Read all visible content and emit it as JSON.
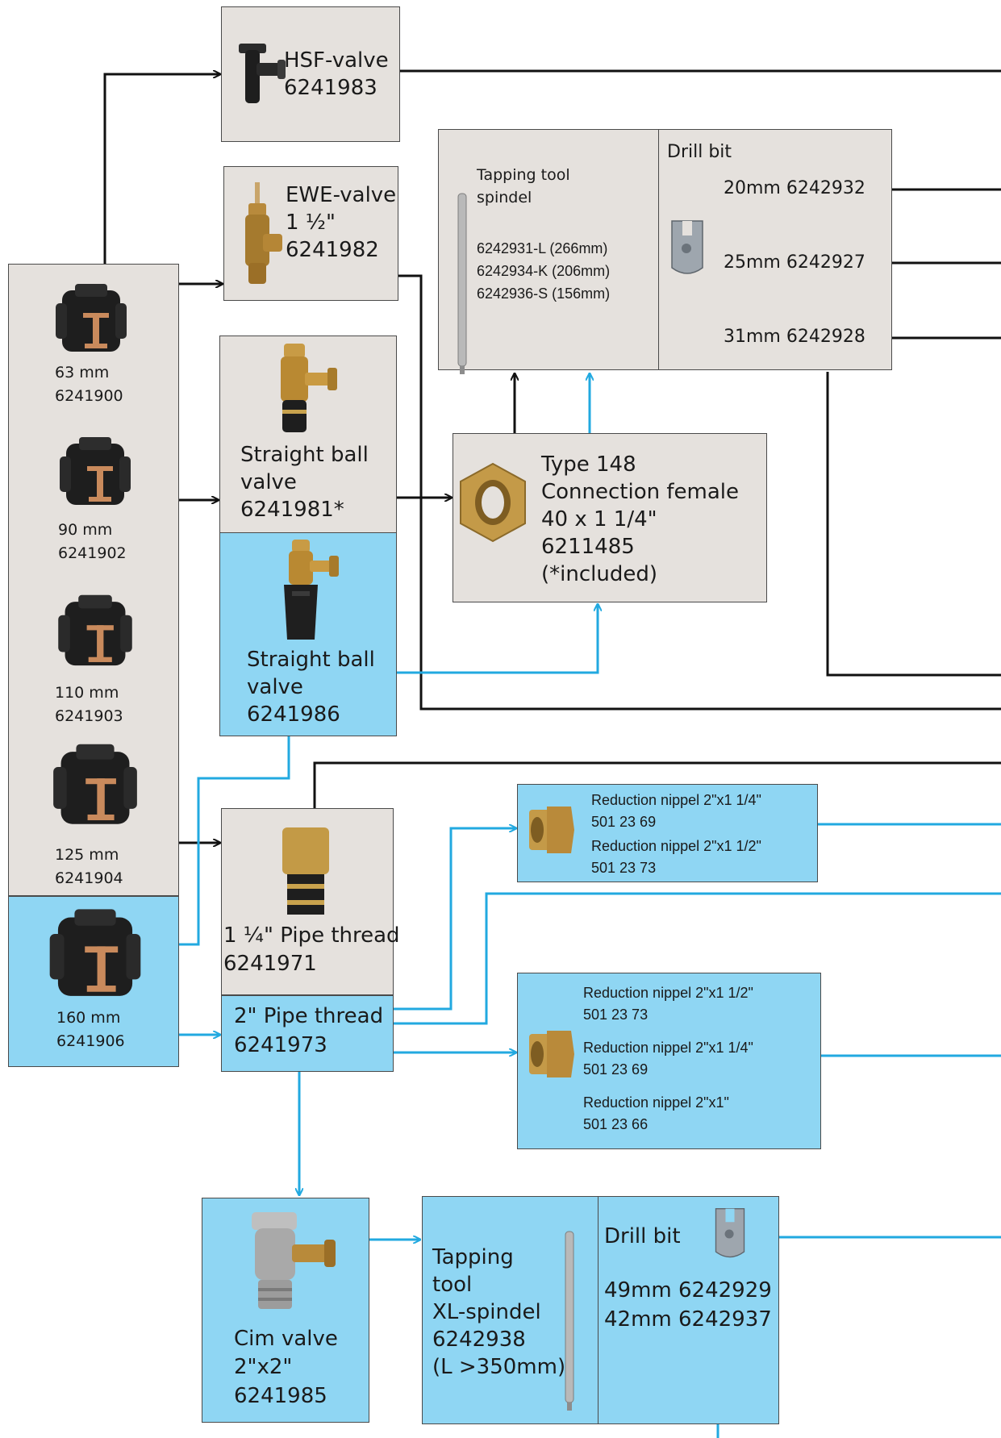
{
  "colors": {
    "grey_box": "#e5e1dd",
    "blue_box": "#8fd6f3",
    "black_line": "#111111",
    "blue_line": "#22a9e0"
  },
  "saddles": [
    {
      "size": "63 mm",
      "code": "6241900"
    },
    {
      "size": "90 mm",
      "code": "6241902"
    },
    {
      "size": "110 mm",
      "code": "6241903"
    },
    {
      "size": "125 mm",
      "code": "6241904"
    },
    {
      "size": "160 mm",
      "code": "6241906"
    }
  ],
  "hsf": {
    "line1": "HSF-valve",
    "line2": "6241983",
    "icon": "tee-valve-icon"
  },
  "ewe": {
    "line1": "EWE-valve",
    "line2": "1 ½\"",
    "line3": "6241982",
    "icon": "ewe-valve-icon"
  },
  "tapping_tool": {
    "title1": "Tapping tool",
    "title2": "spindel",
    "codes": [
      "6242931-L (266mm)",
      "6242934-K (206mm)",
      "6242936-S (156mm)"
    ],
    "icon": "spindle-icon"
  },
  "drill_bit": {
    "title": "Drill bit",
    "items": [
      "20mm 6242932",
      "25mm 6242927",
      "31mm 6242928"
    ],
    "icon": "hole-saw-icon"
  },
  "straight_ball_valve_1": {
    "line1": "Straight ball",
    "line2": "valve",
    "line3": "6241981*",
    "icon": "ball-valve-icon"
  },
  "straight_ball_valve_2": {
    "line1": "Straight ball",
    "line2": "valve",
    "line3": "6241986",
    "icon": "ball-valve-icon"
  },
  "type148": {
    "line1": "Type 148",
    "line2": "Connection female",
    "line3": "40 x 1 1/4\"",
    "line4": "6211485",
    "line5": "(*included)",
    "icon": "hex-nut-icon"
  },
  "pipe_thread_1": {
    "line1": "1 ¼\" Pipe thread",
    "line2": "6241971",
    "icon": "pipe-thread-icon"
  },
  "pipe_thread_2": {
    "line1": "2\" Pipe thread",
    "line2": "6241973"
  },
  "reduction_top": {
    "items": [
      {
        "name": "Reduction nippel 2\"x1 1/4\"",
        "code": "501 23 69"
      },
      {
        "name": "Reduction nippel 2\"x1 1/2\"",
        "code": "501 23 73"
      }
    ],
    "icon": "reduction-nipple-icon"
  },
  "reduction_bottom": {
    "items": [
      {
        "name": "Reduction nippel 2\"x1 1/2\"",
        "code": "501 23 73"
      },
      {
        "name": "Reduction nippel 2\"x1 1/4\"",
        "code": "501 23 69"
      },
      {
        "name": "Reduction nippel 2\"x1\"",
        "code": "501 23 66"
      }
    ],
    "icon": "reduction-nipple-icon"
  },
  "cim_valve": {
    "line1": "Cim valve",
    "line2": "2\"x2\"",
    "line3": "6241985",
    "icon": "cim-valve-icon"
  },
  "xl_tool": {
    "line1": "Tapping",
    "line2": "tool",
    "line3": "XL-spindel",
    "line4": "6242938",
    "line5": "(L >350mm)",
    "icon": "spindle-icon"
  },
  "xl_drill": {
    "title": "Drill bit",
    "items": [
      "49mm 6242929",
      "42mm 6242937"
    ],
    "icon": "hole-saw-icon"
  }
}
